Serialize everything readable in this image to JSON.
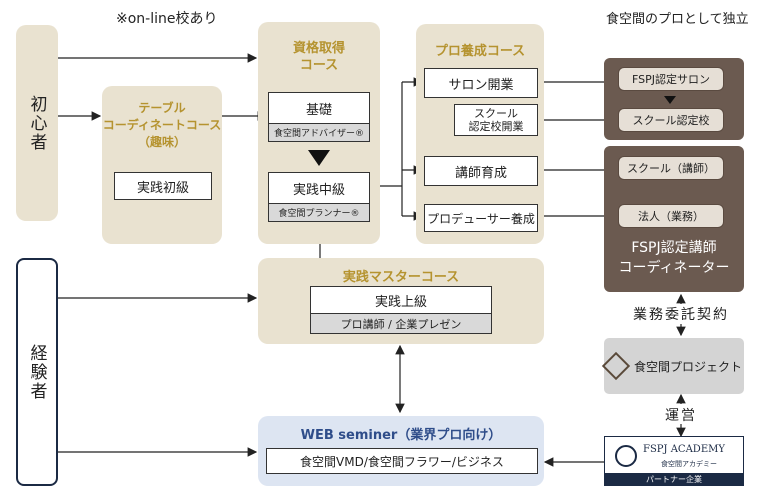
{
  "top_note": "※on-line校あり",
  "top_right_title": "食空間のプロとして独立",
  "beginner_label": "初心者",
  "experienced_label": "経験者",
  "table_course": {
    "title": "テーブル\nコーディネートコース\n（趣味）",
    "item": "実践初級"
  },
  "qualification_course": {
    "title": "資格取得\nコース",
    "basic": "基礎",
    "basic_sub": "食空間アドバイザー®",
    "mid": "実践中級",
    "mid_sub": "食空間プランナー®"
  },
  "pro_course": {
    "title": "プロ養成コース",
    "salon": "サロン開業",
    "school": "スクール\n認定校開業",
    "instructor": "講師育成",
    "producer": "プロデューサー養成"
  },
  "master_course": {
    "title": "実践マスターコース",
    "item": "実践上級",
    "item_sub": "プロ講師 / 企業プレゼン"
  },
  "web_course": {
    "title": "WEB seminer（業界プロ向け）",
    "item": "食空間VMD/食空間フラワー/ビジネス"
  },
  "fspj_salon_group": {
    "salon": "FSPJ認定サロン",
    "school": "スクール認定校"
  },
  "fspj_instructor_group": {
    "school": "スクール（講師）",
    "corp": "法人（業務）",
    "title": "FSPJ認定講師\nコーディネーター"
  },
  "contract_label": "業務委託契約",
  "project_label": "食空間プロジェクト",
  "operation_label": "運営",
  "academy": {
    "name": "FSPJ ACADEMY",
    "sub": "食空間アカデミー",
    "partner": "パートナー企業"
  },
  "colors": {
    "panel": "#e9e2d0",
    "gold": "#b5932f",
    "brown": "#6b5a50",
    "web_panel": "#dde5f2",
    "web_title": "#2f4d8a"
  }
}
